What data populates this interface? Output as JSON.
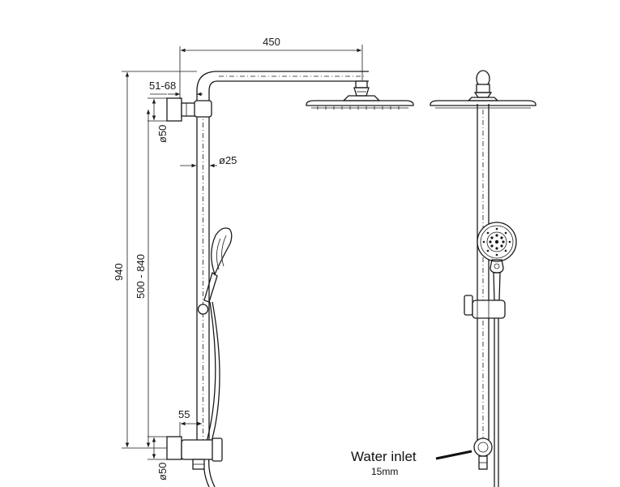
{
  "dimensions": {
    "arm_length": "450",
    "wall_offset": "51-68",
    "top_flange_dia": "ø50",
    "rail_dia": "ø25",
    "overall_height": "940",
    "adjustable_range": "500 - 840",
    "mixer_offset": "55",
    "bottom_flange_dia": "ø50"
  },
  "callout": {
    "title": "Water inlet",
    "size": "15mm"
  }
}
